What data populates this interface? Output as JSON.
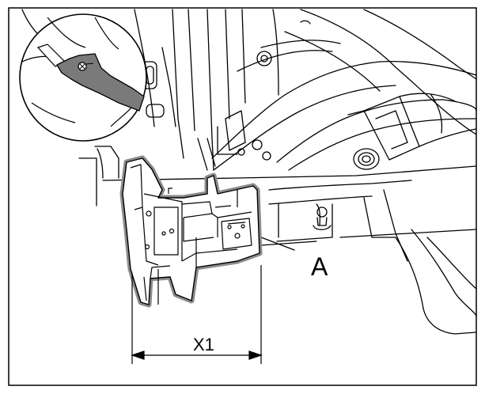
{
  "callout": {
    "label": "A"
  },
  "dimension": {
    "label": "X1"
  },
  "colors": {
    "line": "#000000",
    "part_highlight": "#8c8c8c",
    "tool_fill": "#7a7a7a",
    "background": "#ffffff"
  },
  "icons": {
    "inset": "magnifier-inset-circle",
    "tool": "flat-wrench-tool",
    "fastener": "screw-head"
  }
}
